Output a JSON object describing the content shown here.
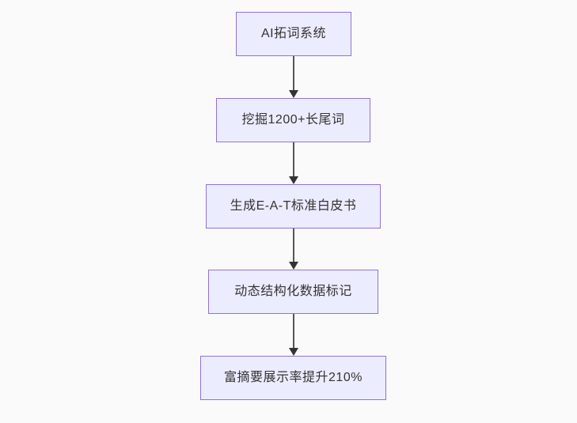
{
  "diagram": {
    "type": "flowchart",
    "direction": "top-down",
    "nodes": [
      {
        "label": "AI拓词系统"
      },
      {
        "label": "挖掘1200+长尾词"
      },
      {
        "label": "生成E-A-T标准白皮书"
      },
      {
        "label": "动态结构化数据标记"
      },
      {
        "label": "富摘要展示率提升210%"
      }
    ],
    "edges": [
      {
        "from": "AI拓词系统",
        "to": "挖掘1200+长尾词",
        "arrow": "down"
      },
      {
        "from": "挖掘1200+长尾词",
        "to": "生成E-A-T标准白皮书",
        "arrow": "down"
      },
      {
        "from": "生成E-A-T标准白皮书",
        "to": "动态结构化数据标记",
        "arrow": "down"
      },
      {
        "from": "动态结构化数据标记",
        "to": "富摘要展示率提升210%",
        "arrow": "down"
      }
    ],
    "colors": {
      "bg": "#fafafa",
      "node_fill": "#ECECFF",
      "node_stroke": "#9370DB",
      "text_color": "#333333",
      "edge_line": "#555555",
      "edge_arrow": "#333333"
    }
  }
}
